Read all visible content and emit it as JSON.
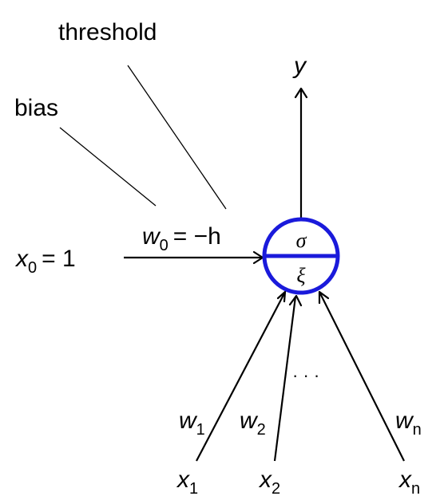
{
  "annotations": {
    "threshold": "threshold",
    "bias": "bias"
  },
  "output": {
    "var": "y"
  },
  "neuron": {
    "top_symbol": "σ",
    "bottom_symbol": "ξ",
    "stroke_color": "#1a1adb"
  },
  "bias_input": {
    "var": "x",
    "sub": "0",
    "eq": "= 1",
    "weight_var": "w",
    "weight_sub": "0",
    "weight_eq": "= −h"
  },
  "inputs": [
    {
      "var": "x",
      "sub": "1",
      "weight_var": "w",
      "weight_sub": "1"
    },
    {
      "var": "x",
      "sub": "2",
      "weight_var": "w",
      "weight_sub": "2"
    },
    {
      "var": "x",
      "sub": "n",
      "weight_var": "w",
      "weight_sub": "n"
    }
  ],
  "ellipsis": "· · ·"
}
